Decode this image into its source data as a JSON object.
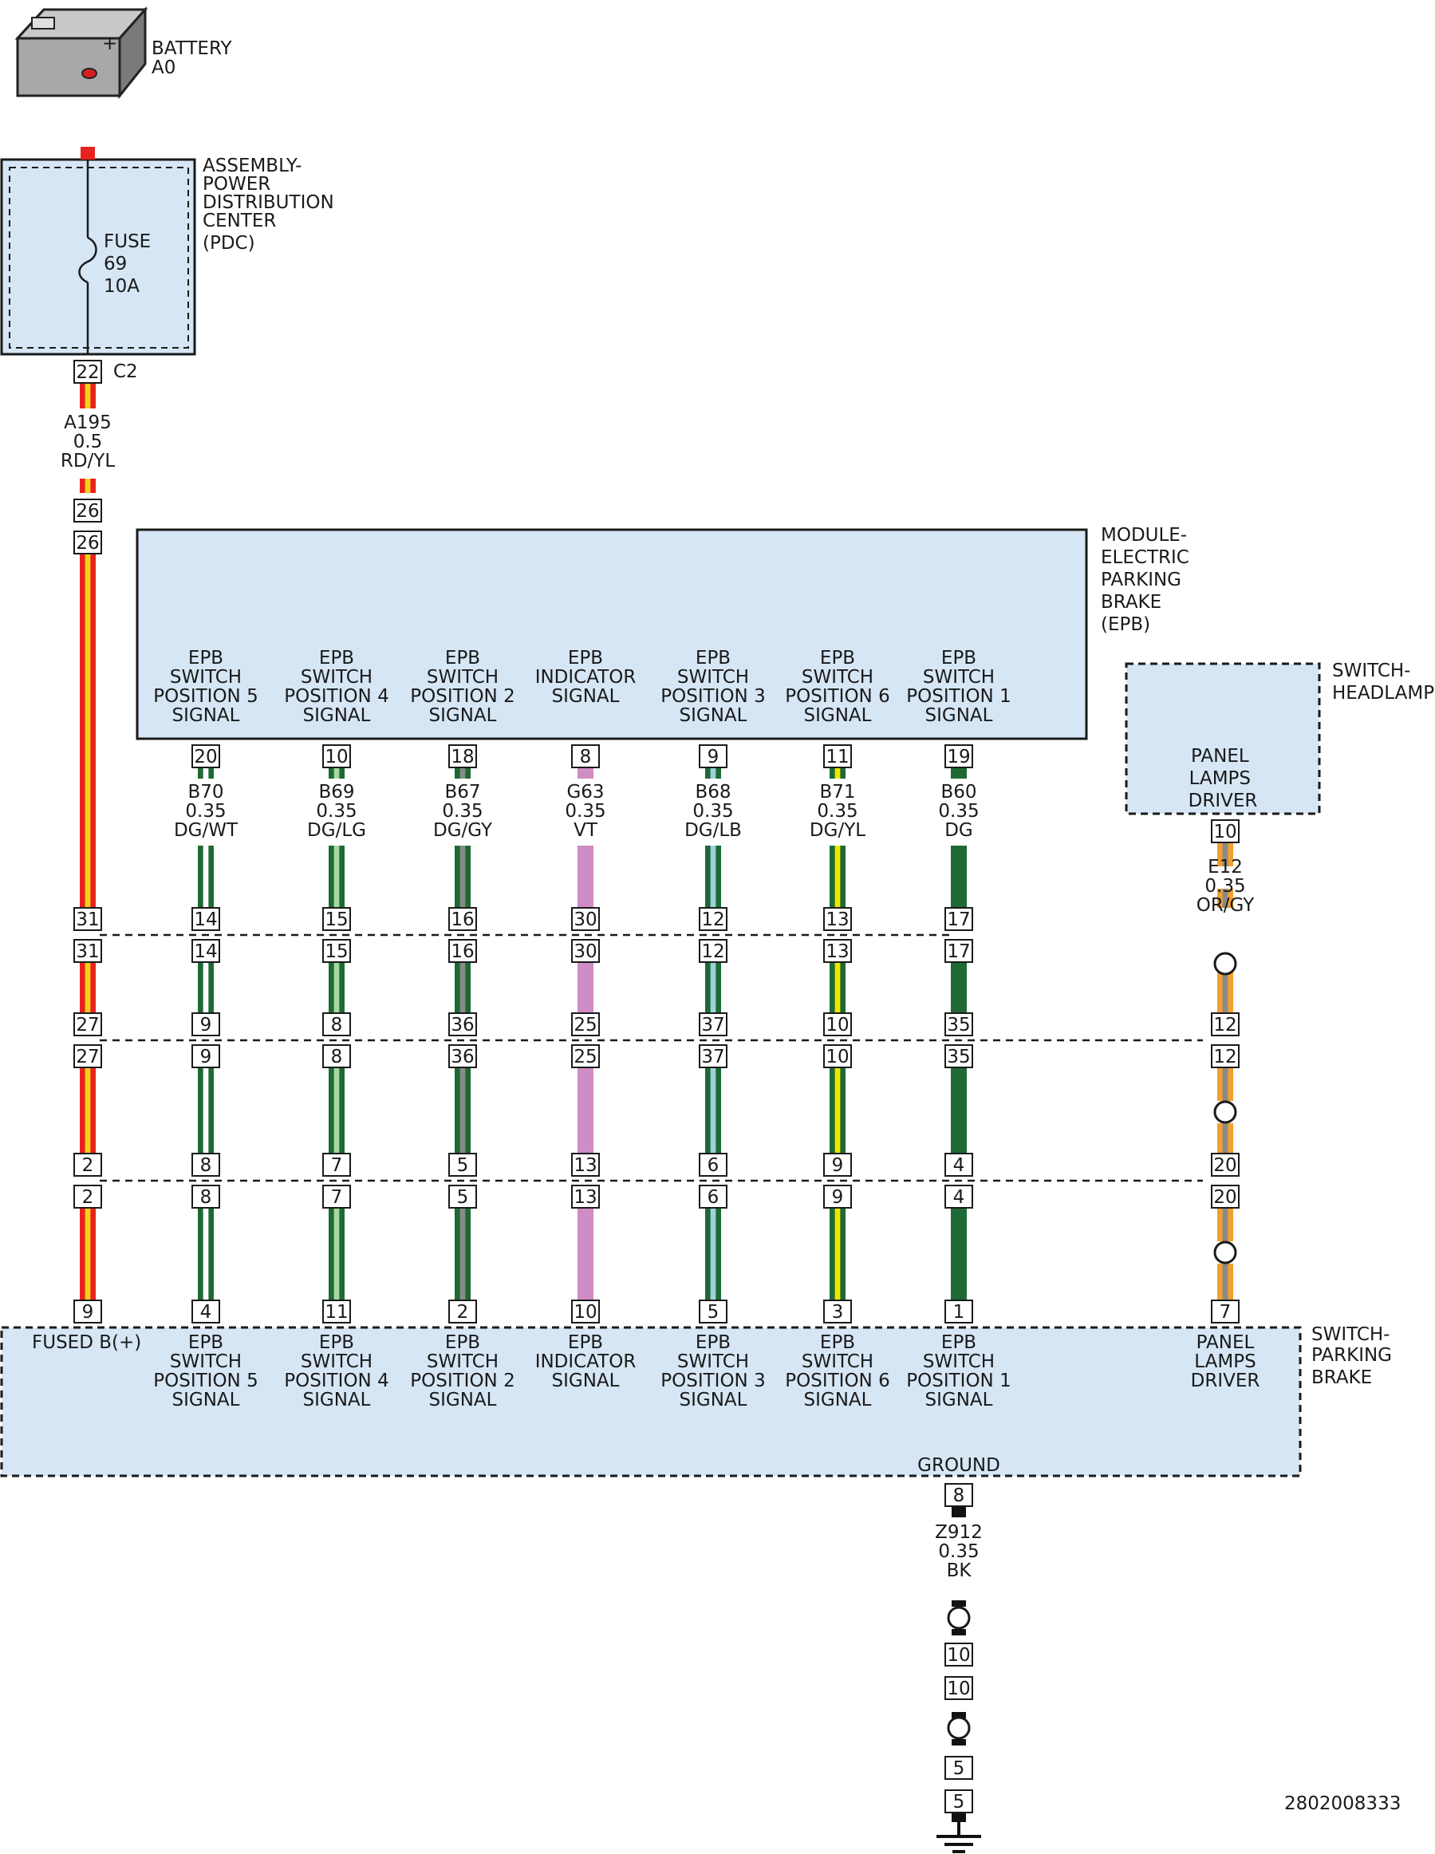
{
  "battery": {
    "lines": [
      "BATTERY",
      "A0"
    ]
  },
  "pdc": {
    "label": [
      "ASSEMBLY-",
      "POWER",
      "DISTRIBUTION",
      "CENTER",
      "(PDC)"
    ],
    "fuse": [
      "FUSE",
      "69",
      "10A"
    ],
    "connector": "C2",
    "pin": "22"
  },
  "epb_module": {
    "label": [
      "MODULE-",
      "ELECTRIC",
      "PARKING",
      "BRAKE",
      "(EPB)"
    ]
  },
  "headlamp_switch": {
    "label": [
      "SWITCH-",
      "HEADLAMP"
    ],
    "function": [
      "PANEL",
      "LAMPS",
      "DRIVER"
    ]
  },
  "parking_switch": {
    "label": [
      "SWITCH-",
      "PARKING",
      "BRAKE"
    ],
    "ground_label": "GROUND",
    "fused_label": "FUSED B(+)"
  },
  "power_wire": {
    "circuit": [
      "A195",
      "0.5",
      "RD/YL"
    ],
    "colors": [
      "#e8231f",
      "#f5d21a"
    ],
    "pins_chain": [
      "26",
      "26",
      "31",
      "31",
      "27",
      "27",
      "2",
      "2",
      "9"
    ]
  },
  "signal_wires": [
    {
      "module_function": [
        "EPB",
        "SWITCH",
        "POSITION 5",
        "SIGNAL"
      ],
      "module_pin": "20",
      "circuit": [
        "B70",
        "0.35",
        "DG/WT"
      ],
      "inline_pins": [
        "14",
        "14",
        "9",
        "9",
        "8",
        "8"
      ],
      "switch_pin": "4",
      "switch_function": [
        "EPB",
        "SWITCH",
        "POSITION 5",
        "SIGNAL"
      ],
      "colors": [
        "#1d6a35",
        "#ffffff"
      ]
    },
    {
      "module_function": [
        "EPB",
        "SWITCH",
        "POSITION 4",
        "SIGNAL"
      ],
      "module_pin": "10",
      "circuit": [
        "B69",
        "0.35",
        "DG/LG"
      ],
      "inline_pins": [
        "15",
        "15",
        "8",
        "8",
        "7",
        "7"
      ],
      "switch_pin": "11",
      "switch_function": [
        "EPB",
        "SWITCH",
        "POSITION 4",
        "SIGNAL"
      ],
      "colors": [
        "#1d6a35",
        "#a6d9a0"
      ]
    },
    {
      "module_function": [
        "EPB",
        "SWITCH",
        "POSITION 2",
        "SIGNAL"
      ],
      "module_pin": "18",
      "circuit": [
        "B67",
        "0.35",
        "DG/GY"
      ],
      "inline_pins": [
        "16",
        "16",
        "36",
        "36",
        "5",
        "5"
      ],
      "switch_pin": "2",
      "switch_function": [
        "EPB",
        "SWITCH",
        "POSITION 2",
        "SIGNAL"
      ],
      "colors": [
        "#1d6a35",
        "#8a8a8a"
      ]
    },
    {
      "module_function": [
        "EPB",
        "INDICATOR",
        "SIGNAL"
      ],
      "module_pin": "8",
      "circuit": [
        "G63",
        "0.35",
        "VT"
      ],
      "inline_pins": [
        "30",
        "30",
        "25",
        "25",
        "13",
        "13"
      ],
      "switch_pin": "10",
      "switch_function": [
        "EPB",
        "INDICATOR",
        "SIGNAL"
      ],
      "colors": [
        "#d08cc4",
        "#d08cc4"
      ]
    },
    {
      "module_function": [
        "EPB",
        "SWITCH",
        "POSITION 3",
        "SIGNAL"
      ],
      "module_pin": "9",
      "circuit": [
        "B68",
        "0.35",
        "DG/LB"
      ],
      "inline_pins": [
        "12",
        "12",
        "37",
        "37",
        "6",
        "6"
      ],
      "switch_pin": "5",
      "switch_function": [
        "EPB",
        "SWITCH",
        "POSITION 3",
        "SIGNAL"
      ],
      "colors": [
        "#1d6a35",
        "#9fd2dc"
      ]
    },
    {
      "module_function": [
        "EPB",
        "SWITCH",
        "POSITION 6",
        "SIGNAL"
      ],
      "module_pin": "11",
      "circuit": [
        "B71",
        "0.35",
        "DG/YL"
      ],
      "inline_pins": [
        "13",
        "13",
        "10",
        "10",
        "9",
        "9"
      ],
      "switch_pin": "3",
      "switch_function": [
        "EPB",
        "SWITCH",
        "POSITION 6",
        "SIGNAL"
      ],
      "colors": [
        "#1d6a35",
        "#f2e600"
      ]
    },
    {
      "module_function": [
        "EPB",
        "SWITCH",
        "POSITION 1",
        "SIGNAL"
      ],
      "module_pin": "19",
      "circuit": [
        "B60",
        "0.35",
        "DG"
      ],
      "inline_pins": [
        "17",
        "17",
        "35",
        "35",
        "4",
        "4"
      ],
      "switch_pin": "1",
      "switch_function": [
        "EPB",
        "SWITCH",
        "POSITION 1",
        "SIGNAL"
      ],
      "colors": [
        "#1d6a35",
        "#1d6a35"
      ]
    }
  ],
  "panel_wire": {
    "source_pin": "10",
    "circuit": [
      "E12",
      "0.35",
      "OR/GY"
    ],
    "inline_pins": [
      "12",
      "12",
      "20",
      "20"
    ],
    "switch_pin": "7",
    "switch_function": [
      "PANEL",
      "LAMPS",
      "DRIVER"
    ],
    "colors": [
      "#f0a030",
      "#8a8a8a"
    ]
  },
  "ground_wire": {
    "pin": "8",
    "circuit": [
      "Z912",
      "0.35",
      "BK"
    ],
    "inline_pins": [
      "10",
      "10",
      "5",
      "5"
    ],
    "color": "#111111"
  },
  "diagram_id": "2802008333"
}
